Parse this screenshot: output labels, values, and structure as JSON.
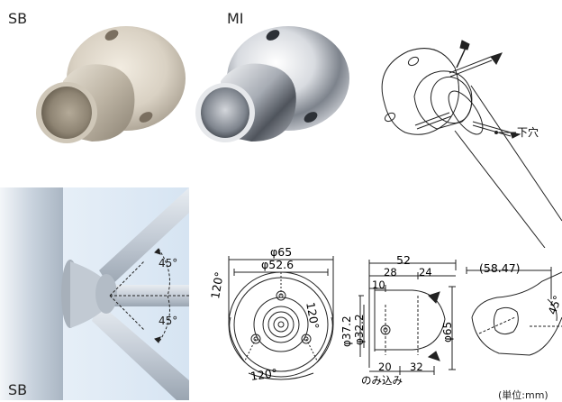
{
  "photos": {
    "finish_sb": "SB",
    "finish_mi": "MI",
    "install_label": "SB"
  },
  "angles": {
    "upper": "45°",
    "lower": "45°",
    "side_view": "45°"
  },
  "exploded": {
    "pilot_hole": "下穴"
  },
  "front_view": {
    "outer_diameter": "φ65",
    "pcd_diameter": "φ52.6",
    "angle_left": "120°",
    "angle_right": "120°",
    "angle_bottom": "120°"
  },
  "side_view": {
    "total_length": "52",
    "seg_28": "28",
    "seg_24": "24",
    "seg_10": "10",
    "dia_37_2": "φ37.2",
    "dia_32_2": "φ32.2",
    "dia_65": "φ65",
    "seg_20": "20",
    "seg_32": "32",
    "insert_note": "のみ込み"
  },
  "angle_view": {
    "length": "(58.47)"
  },
  "units_note": "(単位:mm)"
}
